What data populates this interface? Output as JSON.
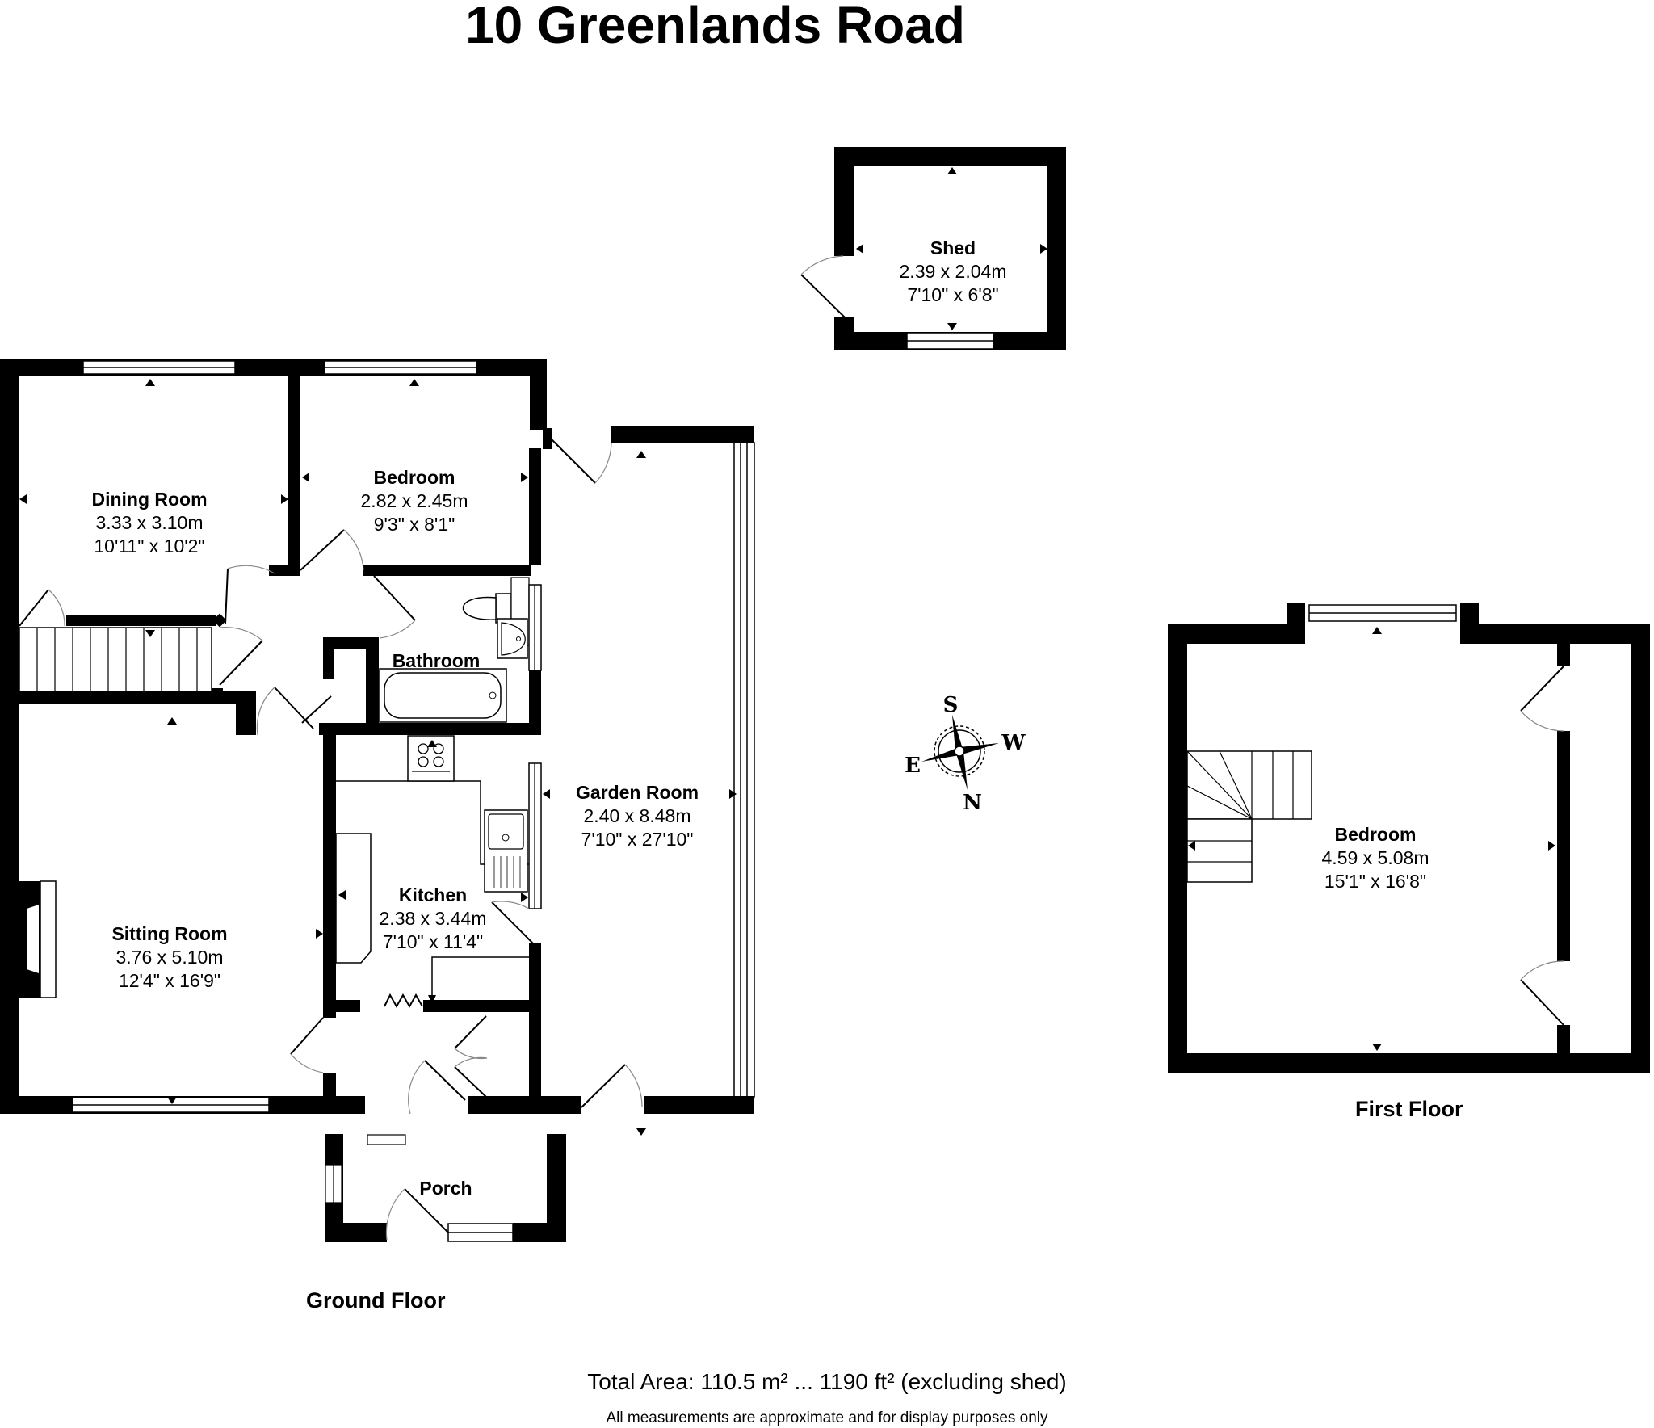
{
  "title": "10 Greenlands Road",
  "floors": {
    "ground": {
      "label": "Ground Floor",
      "rooms": [
        {
          "name": "Dining Room",
          "metric": "3.33 x 3.10m",
          "imperial": "10'11\" x 10'2\""
        },
        {
          "name": "Bedroom",
          "metric": "2.82 x 2.45m",
          "imperial": "9'3\" x 8'1\""
        },
        {
          "name": "Bathroom"
        },
        {
          "name": "Garden Room",
          "metric": "2.40 x 8.48m",
          "imperial": "7'10\" x 27'10\""
        },
        {
          "name": "Kitchen",
          "metric": "2.38 x 3.44m",
          "imperial": "7'10\" x 11'4\""
        },
        {
          "name": "Sitting Room",
          "metric": "3.76 x 5.10m",
          "imperial": "12'4\" x 16'9\""
        },
        {
          "name": "Porch"
        }
      ]
    },
    "first": {
      "label": "First Floor",
      "rooms": [
        {
          "name": "Bedroom",
          "metric": "4.59 x 5.08m",
          "imperial": "15'1\" x 16'8\""
        }
      ]
    },
    "outbuilding": {
      "rooms": [
        {
          "name": "Shed",
          "metric": "2.39 x 2.04m",
          "imperial": "7'10\" x 6'8\""
        }
      ]
    }
  },
  "compass": {
    "top": "S",
    "right": "W",
    "left": "E",
    "bottom": "N"
  },
  "footer": {
    "total_area": "Total Area: 110.5 m² ... 1190 ft² (excluding shed)",
    "disclaimer": "All measurements are approximate and for display purposes only"
  },
  "colors": {
    "wall": "#000000",
    "background": "#ffffff",
    "door_arc": "#888888"
  }
}
